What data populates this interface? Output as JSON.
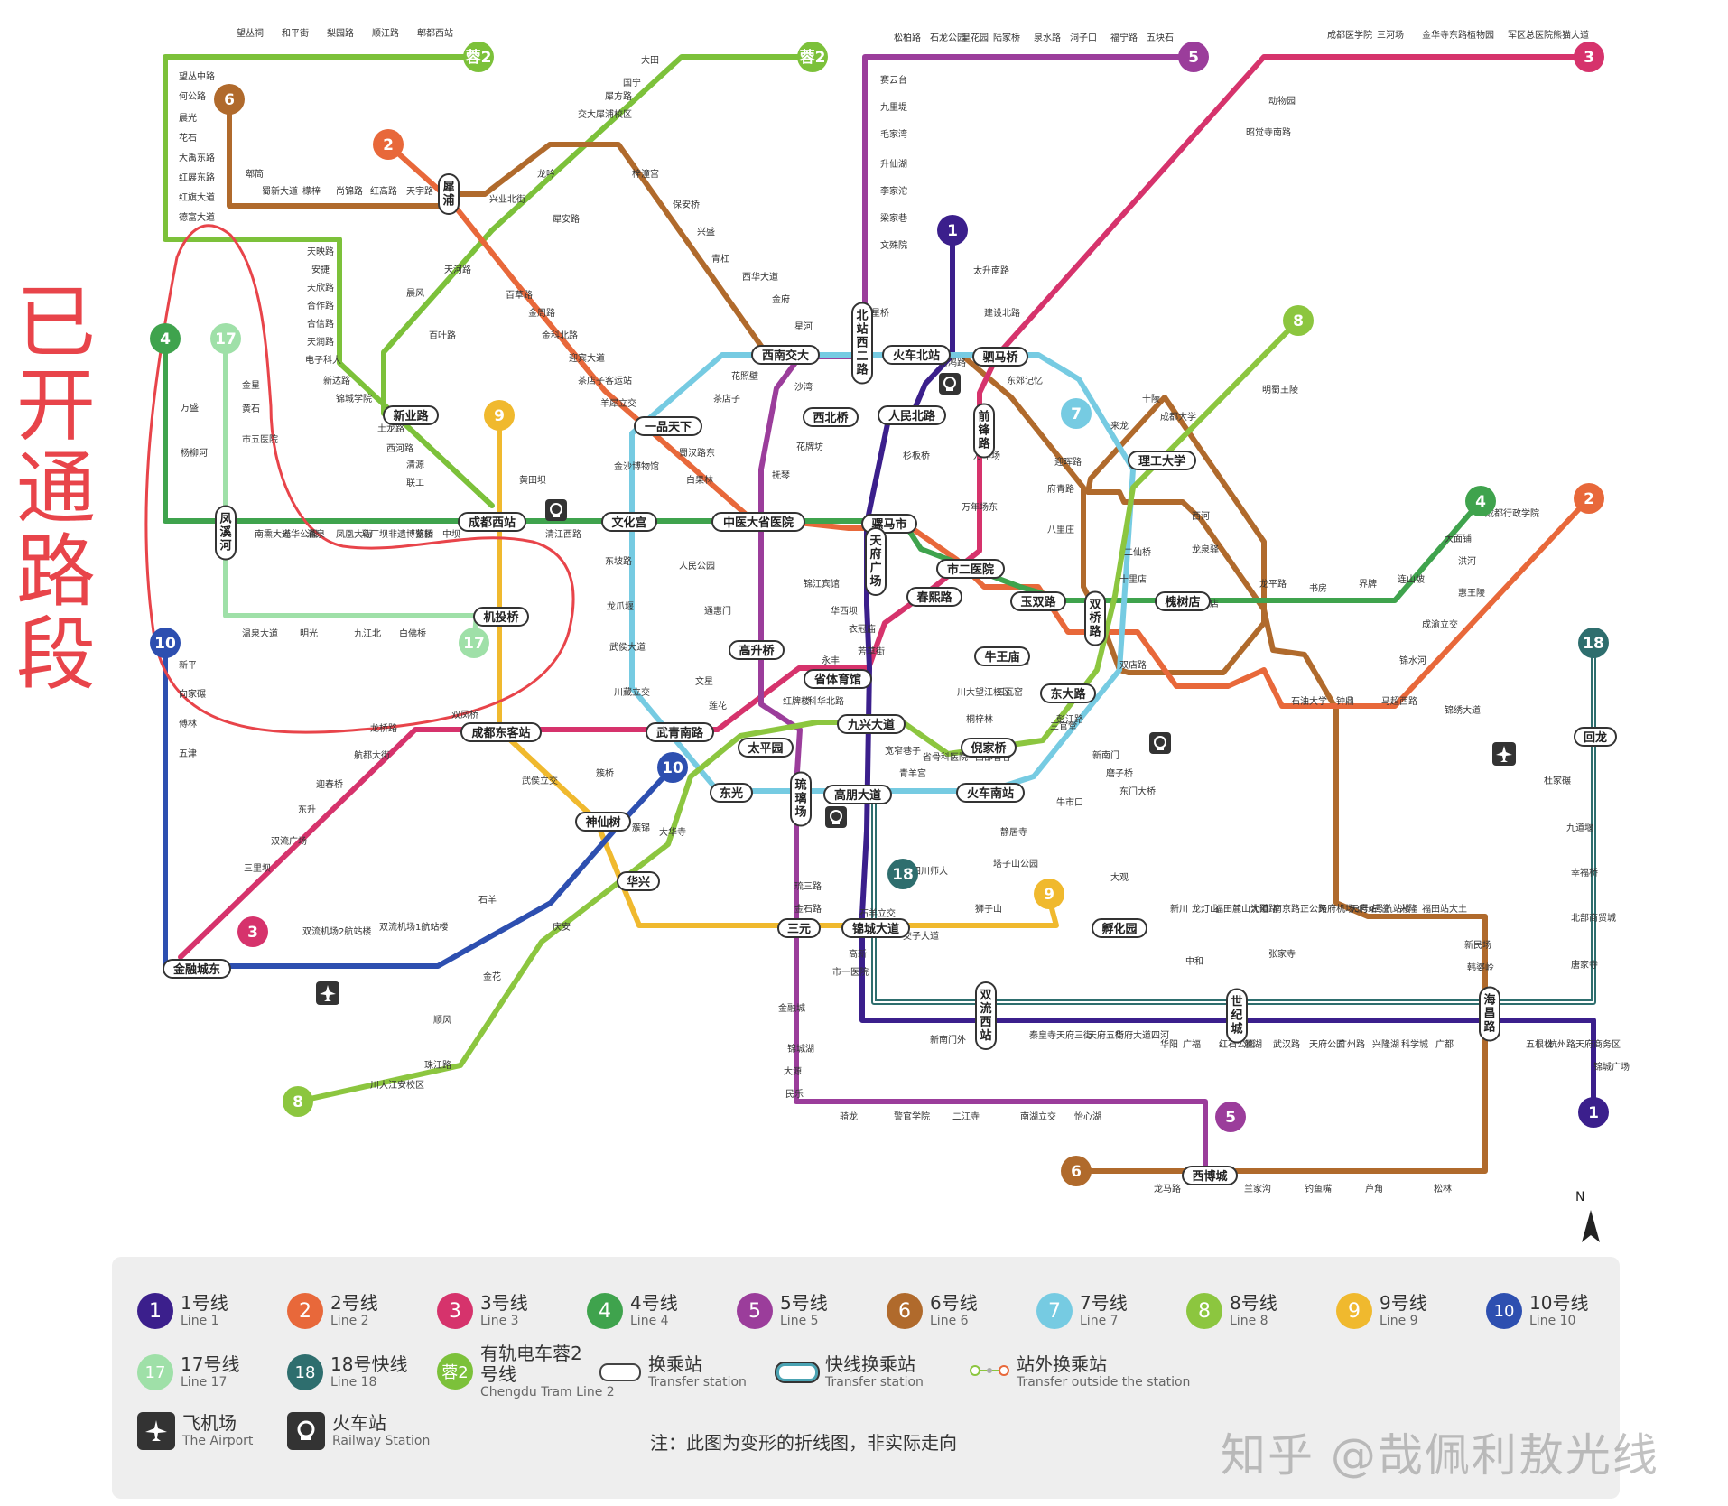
{
  "annotation": {
    "text": "已开通路段"
  },
  "watermark": "知乎 @哉佩利敖光线",
  "north_label": "N",
  "note": "注：此图为变形的折线图，非实际走向",
  "colors": {
    "line1": "#3b1f8c",
    "line2": "#e8683a",
    "line3": "#d6336c",
    "line4": "#3fa34d",
    "line5": "#9b3d9b",
    "line6": "#b06a2c",
    "line7": "#76cbe2",
    "line8": "#8cc63f",
    "line9": "#f0b92e",
    "line10": "#2d4fb0",
    "line17": "#9fe0a8",
    "line18": "#2e6e6e",
    "tram2": "#7cc13a",
    "annotation": "#e8444a"
  },
  "terminal_badges": [
    {
      "label": "蓉2"
    },
    {
      "label": "蓉2"
    },
    {
      "label": "5"
    },
    {
      "label": "3"
    },
    {
      "label": "6"
    },
    {
      "label": "2"
    },
    {
      "label": "1"
    },
    {
      "label": "8"
    },
    {
      "label": "4"
    },
    {
      "label": "17"
    },
    {
      "label": "9"
    },
    {
      "label": "7"
    },
    {
      "label": "4"
    },
    {
      "label": "2"
    },
    {
      "label": "18"
    },
    {
      "label": "10"
    },
    {
      "label": "17"
    },
    {
      "label": "10"
    },
    {
      "label": "18"
    },
    {
      "label": "9"
    },
    {
      "label": "3"
    },
    {
      "label": "8"
    },
    {
      "label": "5"
    },
    {
      "label": "6"
    },
    {
      "label": "1"
    }
  ],
  "hubs": [
    {
      "name": "犀浦"
    },
    {
      "name": "新业路"
    },
    {
      "name": "成都西站"
    },
    {
      "name": "文化宫"
    },
    {
      "name": "中医大省医院"
    },
    {
      "name": "骡马市"
    },
    {
      "name": "西南交大"
    },
    {
      "name": "火车北站"
    },
    {
      "name": "驷马桥"
    },
    {
      "name": "一品天下"
    },
    {
      "name": "西北桥"
    },
    {
      "name": "人民北路"
    },
    {
      "name": "北站西二路"
    },
    {
      "name": "前锋路"
    },
    {
      "name": "理工大学"
    },
    {
      "name": "凤溪河"
    },
    {
      "name": "机投桥"
    },
    {
      "name": "市二医院"
    },
    {
      "name": "春熙路"
    },
    {
      "name": "天府广场"
    },
    {
      "name": "玉双路"
    },
    {
      "name": "双桥路"
    },
    {
      "name": "槐树店"
    },
    {
      "name": "高升桥"
    },
    {
      "name": "省体育馆"
    },
    {
      "name": "牛王庙"
    },
    {
      "name": "东大路"
    },
    {
      "name": "成都东客站"
    },
    {
      "name": "武青南路"
    },
    {
      "name": "太平园"
    },
    {
      "name": "九兴大道"
    },
    {
      "name": "倪家桥"
    },
    {
      "name": "东光"
    },
    {
      "name": "高朋大道"
    },
    {
      "name": "火车南站"
    },
    {
      "name": "琉璃场"
    },
    {
      "name": "神仙树"
    },
    {
      "name": "华兴"
    },
    {
      "name": "三元"
    },
    {
      "name": "锦城大道"
    },
    {
      "name": "孵化园"
    },
    {
      "name": "金融城东"
    },
    {
      "name": "双流西站"
    },
    {
      "name": "世纪城"
    },
    {
      "name": "海昌路"
    },
    {
      "name": "西博城"
    },
    {
      "name": "回龙"
    },
    {
      "name": "天府机场1号2号航站楼"
    }
  ],
  "stations": [
    {
      "name": "望丛祠"
    },
    {
      "name": "和平街"
    },
    {
      "name": "梨园路"
    },
    {
      "name": "顺江路"
    },
    {
      "name": "郫都西站"
    },
    {
      "name": "望丛中路"
    },
    {
      "name": "何公路"
    },
    {
      "name": "晨光"
    },
    {
      "name": "花石"
    },
    {
      "name": "大禹东路"
    },
    {
      "name": "红展东路"
    },
    {
      "name": "红旗大道"
    },
    {
      "name": "德富大道"
    },
    {
      "name": "郫筒"
    },
    {
      "name": "蜀新大道"
    },
    {
      "name": "檬梓"
    },
    {
      "name": "尚锦路"
    },
    {
      "name": "红高路"
    },
    {
      "name": "天宇路"
    },
    {
      "name": "兴业北街"
    },
    {
      "name": "龙吟"
    },
    {
      "name": "梓潼宫"
    },
    {
      "name": "犀安路"
    },
    {
      "name": "天河路"
    },
    {
      "name": "百草路"
    },
    {
      "name": "晨风"
    },
    {
      "name": "百叶路"
    },
    {
      "name": "金周路"
    },
    {
      "name": "金科北路"
    },
    {
      "name": "迎宾大道"
    },
    {
      "name": "茶店子客运站"
    },
    {
      "name": "羊犀立交"
    },
    {
      "name": "蜀汉路东"
    },
    {
      "name": "白果林"
    },
    {
      "name": "花照壁"
    },
    {
      "name": "茶店子"
    },
    {
      "name": "沙湾"
    },
    {
      "name": "花牌坊"
    },
    {
      "name": "抚琴"
    },
    {
      "name": "大田"
    },
    {
      "name": "国宁"
    },
    {
      "name": "犀方路"
    },
    {
      "name": "交大犀浦校区"
    },
    {
      "name": "保安桥"
    },
    {
      "name": "兴盛"
    },
    {
      "name": "青杠"
    },
    {
      "name": "西华大道"
    },
    {
      "name": "金府"
    },
    {
      "name": "星河"
    },
    {
      "name": "天映路"
    },
    {
      "name": "安捷"
    },
    {
      "name": "天欣路"
    },
    {
      "name": "合作路"
    },
    {
      "name": "合信路"
    },
    {
      "name": "天润路"
    },
    {
      "name": "电子科大"
    },
    {
      "name": "新达路"
    },
    {
      "name": "锦城学院"
    },
    {
      "name": "土龙路"
    },
    {
      "name": "西河路"
    },
    {
      "name": "清源"
    },
    {
      "name": "联工"
    },
    {
      "name": "黄田坝"
    },
    {
      "name": "金星"
    },
    {
      "name": "黄石"
    },
    {
      "name": "市五医院"
    },
    {
      "name": "万盛"
    },
    {
      "name": "杨柳河"
    },
    {
      "name": "南熏大道"
    },
    {
      "name": "光华公园"
    },
    {
      "name": "涌泉"
    },
    {
      "name": "凤凰大街"
    },
    {
      "name": "马厂坝"
    },
    {
      "name": "非遗博览园"
    },
    {
      "name": "蔡桥"
    },
    {
      "name": "中坝"
    },
    {
      "name": "清江西路"
    },
    {
      "name": "金沙博物馆"
    },
    {
      "name": "东坡路"
    },
    {
      "name": "龙爪堰"
    },
    {
      "name": "武侯大道"
    },
    {
      "name": "川藏立交"
    },
    {
      "name": "温泉大道"
    },
    {
      "name": "明光"
    },
    {
      "name": "九江北"
    },
    {
      "name": "白佛桥"
    },
    {
      "name": "新平"
    },
    {
      "name": "向家碾"
    },
    {
      "name": "傅林"
    },
    {
      "name": "五津"
    },
    {
      "name": "龙桥路"
    },
    {
      "name": "航都大街"
    },
    {
      "name": "迎春桥"
    },
    {
      "name": "东升"
    },
    {
      "name": "双流广场"
    },
    {
      "name": "三里坝"
    },
    {
      "name": "双流机场2航站楼"
    },
    {
      "name": "双流机场1航站楼"
    },
    {
      "name": "双凤桥"
    },
    {
      "name": "武侯立交"
    },
    {
      "name": "簇桥"
    },
    {
      "name": "簇锦"
    },
    {
      "name": "大华寺"
    },
    {
      "name": "石羊"
    },
    {
      "name": "庆安"
    },
    {
      "name": "金花"
    },
    {
      "name": "顺风"
    },
    {
      "name": "珠江路"
    },
    {
      "name": "川大江安校区"
    },
    {
      "name": "文星"
    },
    {
      "name": "莲花"
    },
    {
      "name": "红牌楼"
    },
    {
      "name": "科华北路"
    },
    {
      "name": "永丰"
    },
    {
      "name": "芳草街"
    },
    {
      "name": "衣冠庙"
    },
    {
      "name": "华西坝"
    },
    {
      "name": "锦江宾馆"
    },
    {
      "name": "人民公园"
    },
    {
      "name": "通惠门"
    },
    {
      "name": "宽窄巷子"
    },
    {
      "name": "青羊宫"
    },
    {
      "name": "省骨科医院"
    },
    {
      "name": "西部智谷"
    },
    {
      "name": "桐梓林"
    },
    {
      "name": "川大望江校区"
    },
    {
      "name": "东湖公园"
    },
    {
      "name": "三瓦窑"
    },
    {
      "name": "三官堂"
    },
    {
      "name": "彭江路"
    },
    {
      "name": "新南门"
    },
    {
      "name": "磨子桥"
    },
    {
      "name": "东门大桥"
    },
    {
      "name": "牛市口"
    },
    {
      "name": "静居寺"
    },
    {
      "name": "塔子山公园"
    },
    {
      "name": "大观"
    },
    {
      "name": "狮子山"
    },
    {
      "name": "四川师大"
    },
    {
      "name": "琉三路"
    },
    {
      "name": "金石路"
    },
    {
      "name": "心岛"
    },
    {
      "name": "石羊立交"
    },
    {
      "name": "市一医院"
    },
    {
      "name": "交子大道"
    },
    {
      "name": "高新"
    },
    {
      "name": "金融城"
    },
    {
      "name": "锦城湖"
    },
    {
      "name": "大源"
    },
    {
      "name": "民乐"
    },
    {
      "name": "骑龙"
    },
    {
      "name": "警官学院"
    },
    {
      "name": "二江寺"
    },
    {
      "name": "南湖立交"
    },
    {
      "name": "怡心湖"
    },
    {
      "name": "龙马路"
    },
    {
      "name": "兰家沟"
    },
    {
      "name": "钓鱼嘴"
    },
    {
      "name": "芦角"
    },
    {
      "name": "松林"
    },
    {
      "name": "秦皇寺"
    },
    {
      "name": "天府三街"
    },
    {
      "name": "天府五街"
    },
    {
      "name": "华府大道"
    },
    {
      "name": "四河"
    },
    {
      "name": "华阳"
    },
    {
      "name": "广福"
    },
    {
      "name": "红石公园"
    },
    {
      "name": "麓湖"
    },
    {
      "name": "武汉路"
    },
    {
      "name": "天府公园"
    },
    {
      "name": "广州路"
    },
    {
      "name": "兴隆湖"
    },
    {
      "name": "科学城"
    },
    {
      "name": "广都"
    },
    {
      "name": "五根松"
    },
    {
      "name": "杭州路"
    },
    {
      "name": "天府商务区"
    },
    {
      "name": "锦城广场"
    },
    {
      "name": "中和"
    },
    {
      "name": "张家寺"
    },
    {
      "name": "新民场"
    },
    {
      "name": "韩婆岭"
    },
    {
      "name": "新南门外"
    },
    {
      "name": "新川"
    },
    {
      "name": "龙灯山"
    },
    {
      "name": "福田"
    },
    {
      "name": "麓山大道"
    },
    {
      "name": "沈阳路"
    },
    {
      "name": "南京路"
    },
    {
      "name": "正公路"
    },
    {
      "name": "天府机场3号4号航站楼"
    },
    {
      "name": "天府站"
    },
    {
      "name": "三岔"
    },
    {
      "name": "兴隆"
    },
    {
      "name": "福田站"
    },
    {
      "name": "大土"
    },
    {
      "name": "杜家碾"
    },
    {
      "name": "九道堰"
    },
    {
      "name": "幸福桥"
    },
    {
      "name": "北部商贸城"
    },
    {
      "name": "唐家寺"
    },
    {
      "name": "松柏路"
    },
    {
      "name": "石龙公园"
    },
    {
      "name": "皇花园"
    },
    {
      "name": "陆家桥"
    },
    {
      "name": "泉水路"
    },
    {
      "name": "洞子口"
    },
    {
      "name": "福宁路"
    },
    {
      "name": "五块石"
    },
    {
      "name": "赛云台"
    },
    {
      "name": "九里堤"
    },
    {
      "name": "毛家湾"
    },
    {
      "name": "升仙湖"
    },
    {
      "name": "李家沱"
    },
    {
      "name": "梁家巷"
    },
    {
      "name": "文殊院"
    },
    {
      "name": "红星桥"
    },
    {
      "name": "太升南路"
    },
    {
      "name": "建设北路"
    },
    {
      "name": "东郊记忆"
    },
    {
      "name": "新鸿路"
    },
    {
      "name": "杉板桥"
    },
    {
      "name": "万年场"
    },
    {
      "name": "万年场东"
    },
    {
      "name": "迎晖路"
    },
    {
      "name": "府青路"
    },
    {
      "name": "八里庄"
    },
    {
      "name": "二仙桥"
    },
    {
      "name": "十里店"
    },
    {
      "name": "崔家店"
    },
    {
      "name": "双店路"
    },
    {
      "name": "来龙"
    },
    {
      "name": "十陵"
    },
    {
      "name": "成都大学"
    },
    {
      "name": "明蜀王陵"
    },
    {
      "name": "西河"
    },
    {
      "name": "龙泉驿"
    },
    {
      "name": "龙平路"
    },
    {
      "name": "书房"
    },
    {
      "name": "界牌"
    },
    {
      "name": "连山坡"
    },
    {
      "name": "大面铺"
    },
    {
      "name": "成都行政学院"
    },
    {
      "name": "洪河"
    },
    {
      "name": "惠王陵"
    },
    {
      "name": "成渝立交"
    },
    {
      "name": "锦水河"
    },
    {
      "name": "锦绣大道"
    },
    {
      "name": "马超西路"
    },
    {
      "name": "钟鼎"
    },
    {
      "name": "石油大学"
    },
    {
      "name": "成都医学院"
    },
    {
      "name": "三河场"
    },
    {
      "name": "金华寺东路"
    },
    {
      "name": "植物园"
    },
    {
      "name": "军区总医院"
    },
    {
      "name": "熊猫大道"
    },
    {
      "name": "动物园"
    },
    {
      "name": "昭觉寺南路"
    }
  ],
  "legend": [
    {
      "cn": "1号线",
      "en": "Line 1",
      "badge": "1",
      "color": "#3b1f8c"
    },
    {
      "cn": "2号线",
      "en": "Line 2",
      "badge": "2",
      "color": "#e8683a"
    },
    {
      "cn": "3号线",
      "en": "Line 3",
      "badge": "3",
      "color": "#d6336c"
    },
    {
      "cn": "4号线",
      "en": "Line 4",
      "badge": "4",
      "color": "#3fa34d"
    },
    {
      "cn": "5号线",
      "en": "Line 5",
      "badge": "5",
      "color": "#9b3d9b"
    },
    {
      "cn": "6号线",
      "en": "Line 6",
      "badge": "6",
      "color": "#b06a2c"
    },
    {
      "cn": "7号线",
      "en": "Line 7",
      "badge": "7",
      "color": "#76cbe2"
    },
    {
      "cn": "8号线",
      "en": "Line 8",
      "badge": "8",
      "color": "#8cc63f"
    },
    {
      "cn": "9号线",
      "en": "Line 9",
      "badge": "9",
      "color": "#f0b92e"
    },
    {
      "cn": "10号线",
      "en": "Line 10",
      "badge": "10",
      "color": "#2d4fb0"
    },
    {
      "cn": "17号线",
      "en": "Line 17",
      "badge": "17",
      "color": "#9fe0a8"
    },
    {
      "cn": "18号快线",
      "en": "Line 18",
      "badge": "18",
      "color": "#2e6e6e"
    },
    {
      "cn": "有轨电车蓉2号线",
      "en": "Chengdu Tram Line 2",
      "badge": "蓉2",
      "color": "#7cc13a"
    },
    {
      "cn": "换乘站",
      "en": "Transfer station"
    },
    {
      "cn": "快线换乘站",
      "en": "Transfer station"
    },
    {
      "cn": "站外换乘站",
      "en": "Transfer outside the station"
    },
    {
      "cn": "飞机场",
      "en": "The Airport"
    },
    {
      "cn": "火车站",
      "en": "Railway Station"
    }
  ]
}
